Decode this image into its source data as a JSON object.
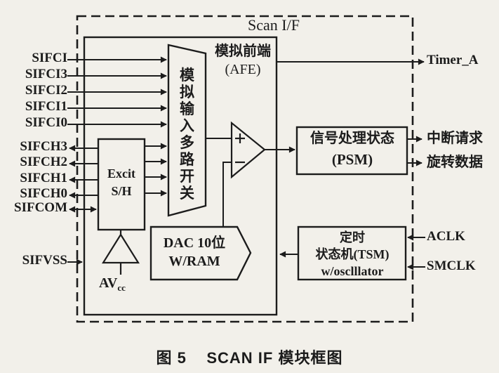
{
  "diagram": {
    "title": "Scan I/F",
    "caption": "图 5    SCAN IF 模块框图",
    "blocks": {
      "afe": {
        "line1": "模拟前端",
        "line2": "(AFE)"
      },
      "mux": {
        "label": "模拟输入多路开关"
      },
      "excit": {
        "line1": "Excit",
        "line2": "S/H"
      },
      "dac": {
        "line1": "DAC 10位",
        "line2": "W/RAM"
      },
      "psm": {
        "line1": "信号处理状态",
        "line2": "(PSM)"
      },
      "tsm": {
        "line1": "定时",
        "line2": "状态机(TSM)",
        "line3": "w/osclllator"
      },
      "avcc": {
        "base": "AV",
        "sub": "cc"
      },
      "comparator": {
        "plus": "+",
        "minus": "−"
      }
    },
    "left_pins": [
      {
        "label": "SIFCI"
      },
      {
        "label": "SIFCI3"
      },
      {
        "label": "SIFCI2"
      },
      {
        "label": "SIFCI1"
      },
      {
        "label": "SIFCI0"
      },
      {
        "label": "SIFCH3"
      },
      {
        "label": "SIFCH2"
      },
      {
        "label": "SIFCH1"
      },
      {
        "label": "SIFCH0"
      },
      {
        "label": "SIFCOM"
      },
      {
        "label": "SIFVSS"
      }
    ],
    "right_pins": [
      {
        "label": "Timer_A"
      },
      {
        "label": "中断请求"
      },
      {
        "label": "旋转数据"
      },
      {
        "label": "ACLK"
      },
      {
        "label": "SMCLK"
      }
    ],
    "colors": {
      "ink": "#1c1c1c",
      "paper": "#f2f0ea"
    }
  }
}
